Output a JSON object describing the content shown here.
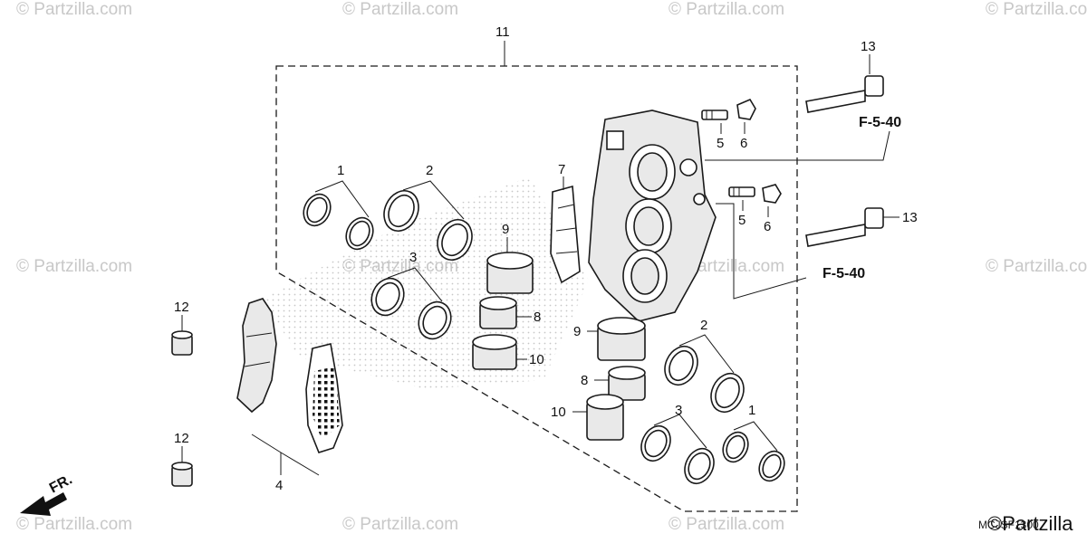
{
  "watermark": "© Partzilla.com",
  "brand_footer": "©Partzilla",
  "diagram_code": "MCJSF1300",
  "direction_label": "FR.",
  "reference_label": "F-5-40",
  "callouts": {
    "n1": "1",
    "n2": "2",
    "n3": "3",
    "n4": "4",
    "n5": "5",
    "n6": "6",
    "n7": "7",
    "n8": "8",
    "n9": "9",
    "n10": "10",
    "n11": "11",
    "n12": "12",
    "n13": "13"
  },
  "icons": {
    "direction": "left-arrow-icon"
  }
}
